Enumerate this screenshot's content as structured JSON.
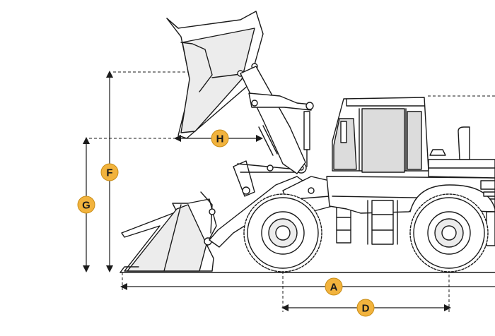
{
  "dimensions": {
    "A": "A",
    "D": "D",
    "F": "F",
    "G": "G",
    "H": "H"
  },
  "colors": {
    "badge": "#f2b33d",
    "badge_border": "#c98d17",
    "line": "#1a1a1a",
    "glass": "#dcdcdc"
  }
}
